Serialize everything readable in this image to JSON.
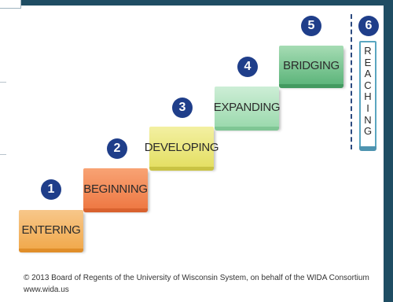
{
  "levels": [
    {
      "number": "1",
      "label": "ENTERING",
      "color": "#f1a94c"
    },
    {
      "number": "2",
      "label": "BEGINNING",
      "color": "#ee7843"
    },
    {
      "number": "3",
      "label": "DEVELOPING",
      "color": "#e4df63"
    },
    {
      "number": "4",
      "label": "EXPANDING",
      "color": "#9bd9ad"
    },
    {
      "number": "5",
      "label": "BRIDGING",
      "color": "#5cb47a"
    },
    {
      "number": "6",
      "label": "REACHING",
      "color": "#5aa6c0"
    }
  ],
  "reaching_letters": [
    "R",
    "E",
    "A",
    "C",
    "H",
    "I",
    "N",
    "G"
  ],
  "footer": {
    "copyright": "© 2013 Board of Regents of the University of Wisconsin System, on behalf of the WIDA Consortium",
    "url": "www.wida.us"
  },
  "colors": {
    "number_badge": "#1f3e8a",
    "frame": "#1f4d63"
  }
}
